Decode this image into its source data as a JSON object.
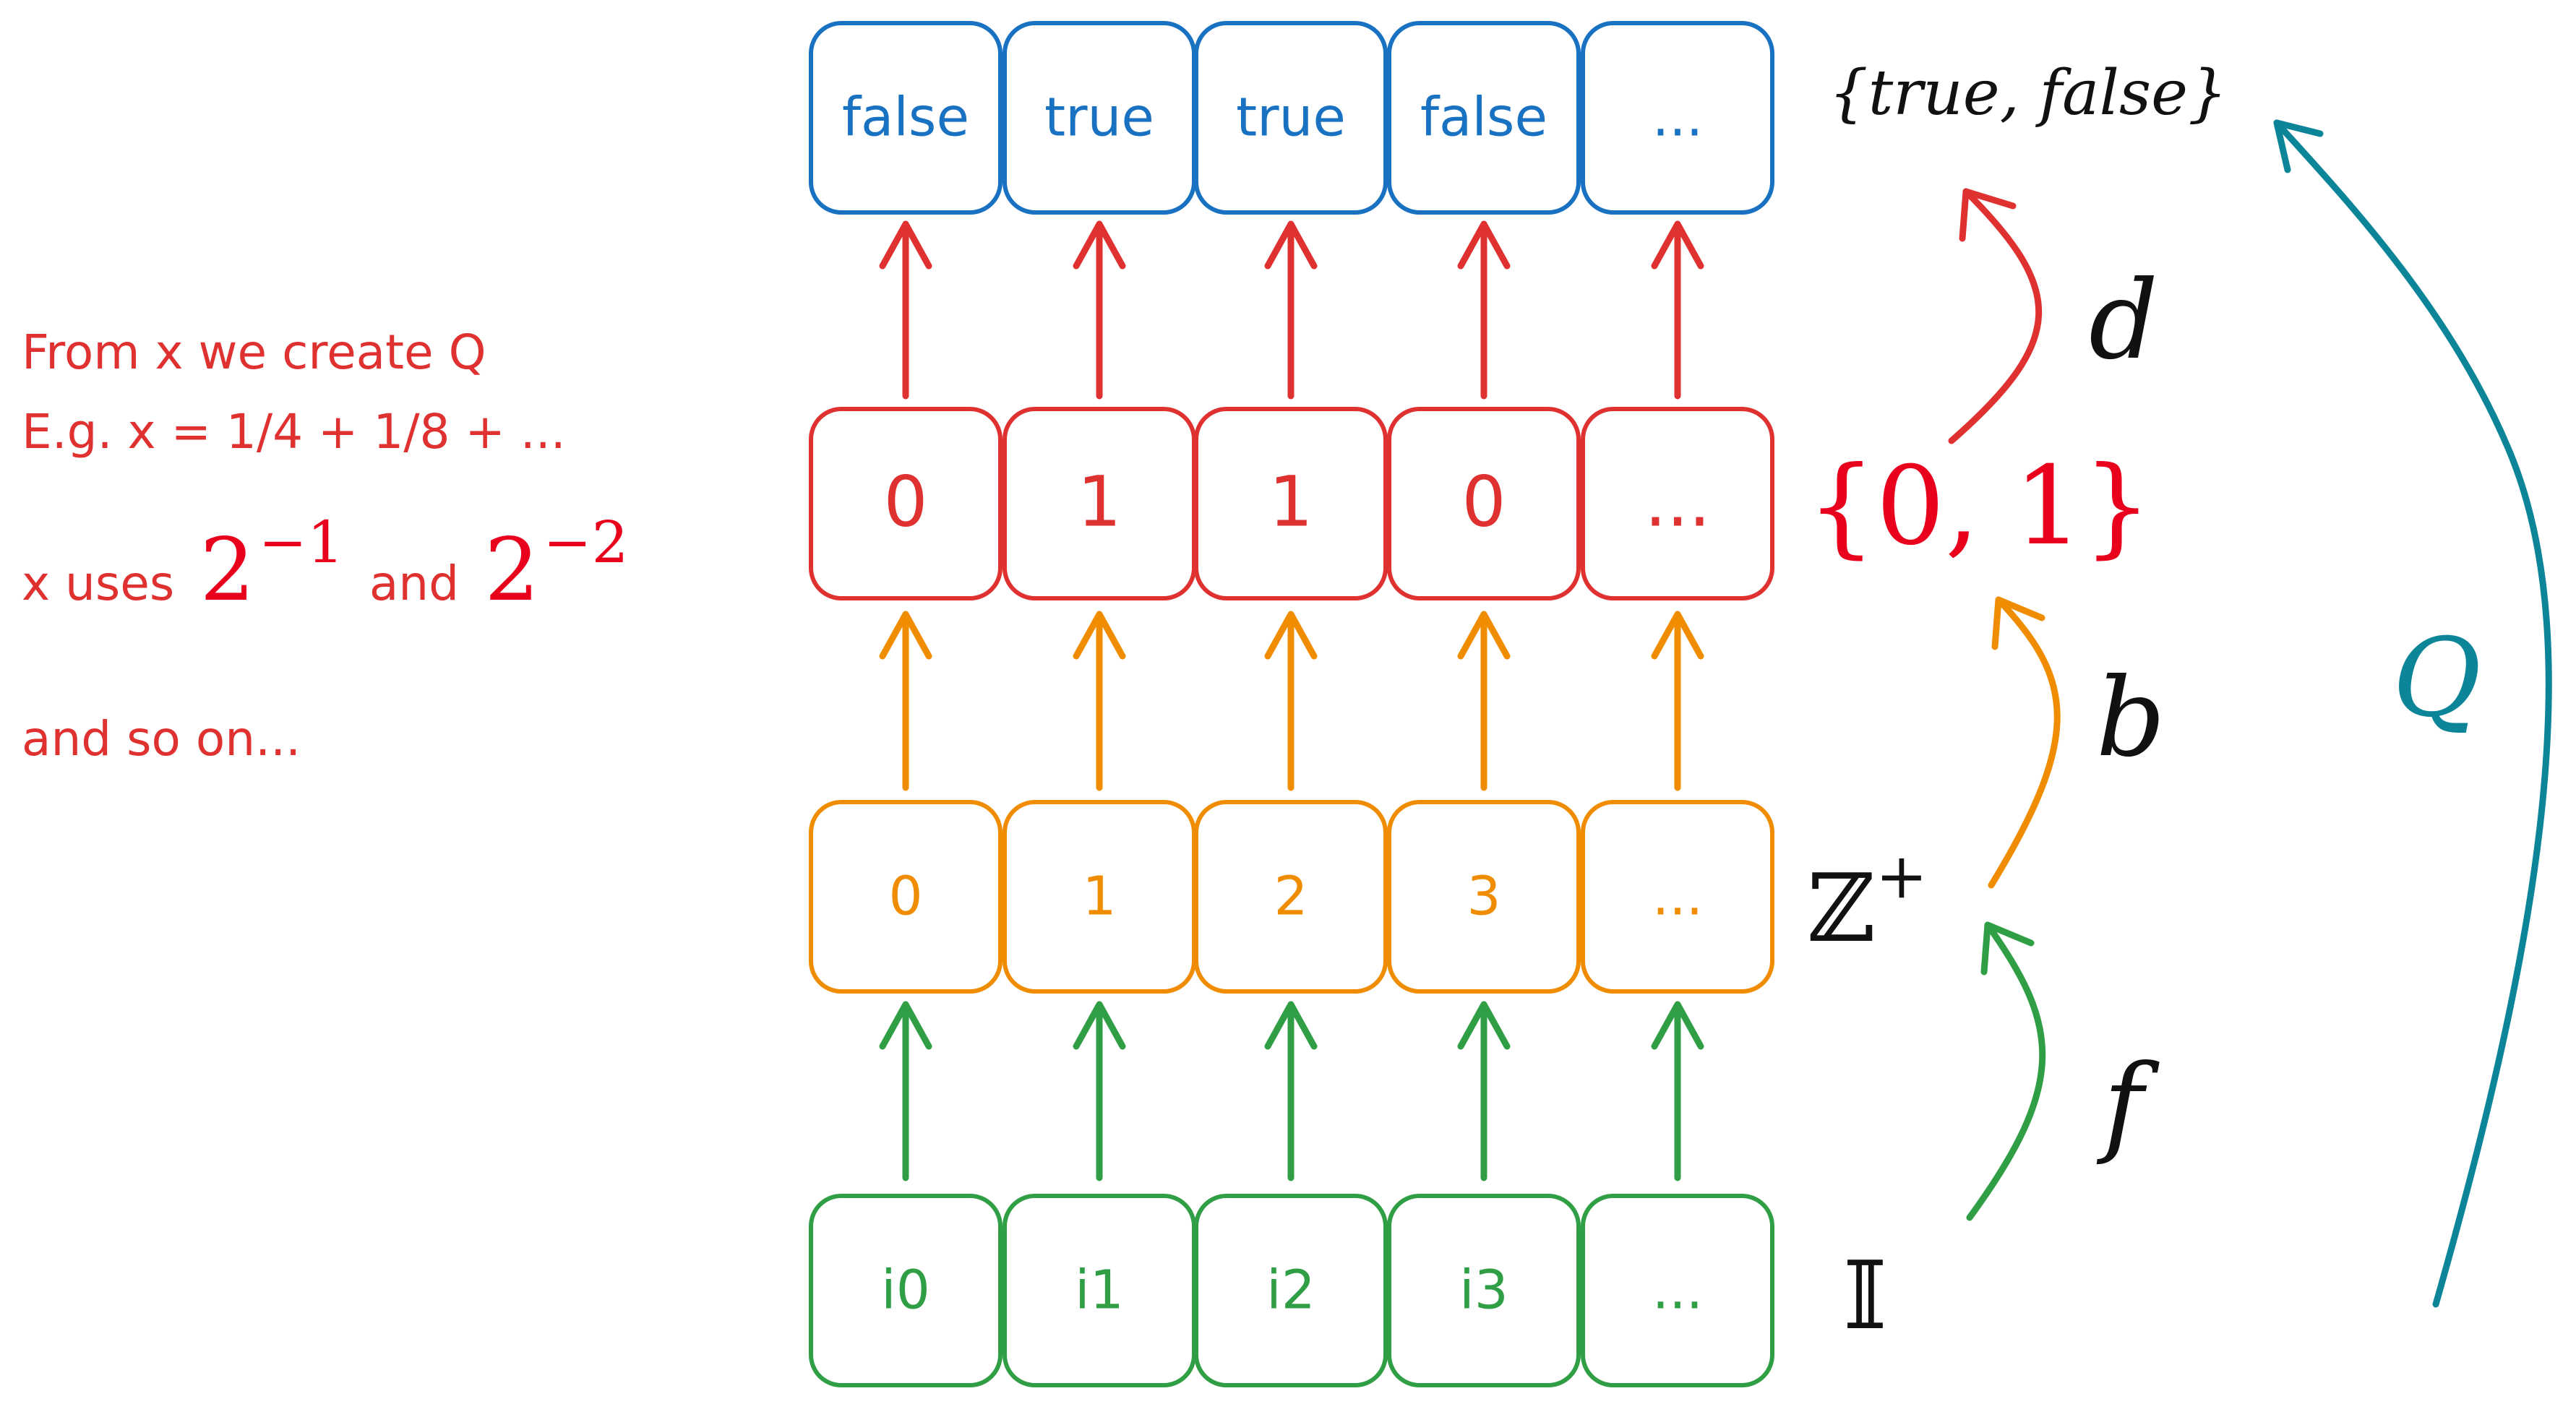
{
  "colors": {
    "blue": "#1971c2",
    "red": "#e03131",
    "orange": "#f08c00",
    "green": "#2f9e44",
    "teal": "#0c8599",
    "black": "#111111",
    "bright_red": "#e8001c"
  },
  "rows": {
    "bool": {
      "cells": [
        "false",
        "true",
        "true",
        "false",
        "..."
      ],
      "set_label": "{true, false}"
    },
    "bits": {
      "cells": [
        "0",
        "1",
        "1",
        "0",
        "..."
      ],
      "set_label": "{0, 1}"
    },
    "naturals": {
      "cells": [
        "0",
        "1",
        "2",
        "3",
        "..."
      ],
      "set_label": "ℤ",
      "set_sup": "+"
    },
    "index": {
      "cells": [
        "i0",
        "i1",
        "i2",
        "i3",
        "..."
      ],
      "set_label": "𝕀"
    }
  },
  "maps": {
    "f": "f",
    "b": "b",
    "d": "d",
    "Q": "Q"
  },
  "note": {
    "line1": "From x we create Q",
    "line2": "E.g. x = 1/4 + 1/8 + ...",
    "line3_a": "x uses",
    "pow1_base": "2",
    "pow1_exp": "−1",
    "line3_b": "and",
    "pow2_base": "2",
    "pow2_exp": "−2",
    "line4": "and so on..."
  }
}
